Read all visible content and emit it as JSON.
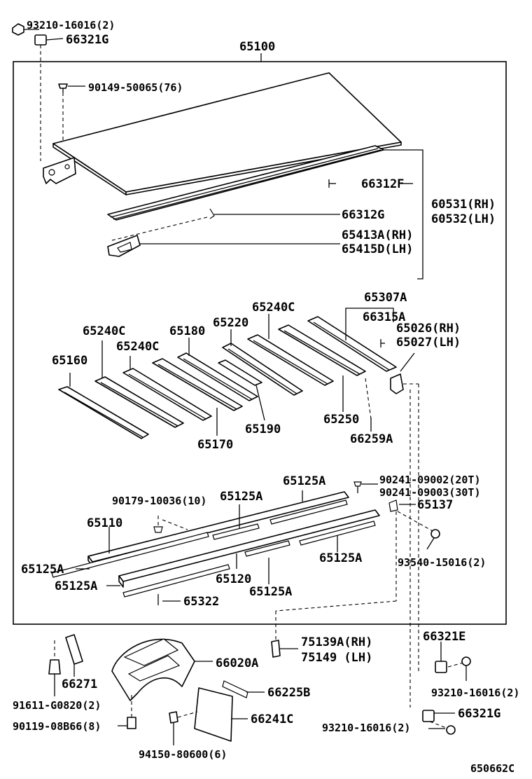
{
  "figure_id": "650662C",
  "assembly": "65100",
  "labels": {
    "l93210_top": "93210-16016(2)",
    "l66321G_top": "66321G",
    "l65100": "65100",
    "l90149": "90149-50065(76)",
    "l66312F": "66312F",
    "l60531": "60531(RH)",
    "l60532": "60532(LH)",
    "l66312G": "66312G",
    "l65413A": "65413A(RH)",
    "l65415D": "65415D(LH)",
    "l65307A": "65307A",
    "l65240C_a": "65240C",
    "l66315A": "66315A",
    "l65026": "65026(RH)",
    "l65027": "65027(LH)",
    "l65240C_b": "65240C",
    "l65180": "65180",
    "l65220": "65220",
    "l65240C_c": "65240C",
    "l65160": "65160",
    "l65170": "65170",
    "l65190": "65190",
    "l65250": "65250",
    "l66259A": "66259A",
    "l65125A_1": "65125A",
    "l90241_20T": "90241-09002(20T)",
    "l90241_30T": "90241-09003(30T)",
    "l90179": "90179-10036(10)",
    "l65125A_2": "65125A",
    "l65137": "65137",
    "l65110": "65110",
    "l65125A_3": "65125A",
    "l93540": "93540-15016(2)",
    "l65125A_4": "65125A",
    "l65120": "65120",
    "l65125A_5": "65125A",
    "l65125A_6": "65125A",
    "l65322": "65322",
    "l75139A": "75139A(RH)",
    "l75149": "75149  (LH)",
    "l66321E": "66321E",
    "l66020A": "66020A",
    "l66271": "66271",
    "l66225B": "66225B",
    "l93210_mid": "93210-16016(2)",
    "l91611": "91611-G0820(2)",
    "l66241C": "66241C",
    "l66321G_bot": "66321G",
    "l90119": "90119-08B66(8)",
    "l93210_bot": "93210-16016(2)",
    "l94150": "94150-80600(6)"
  }
}
